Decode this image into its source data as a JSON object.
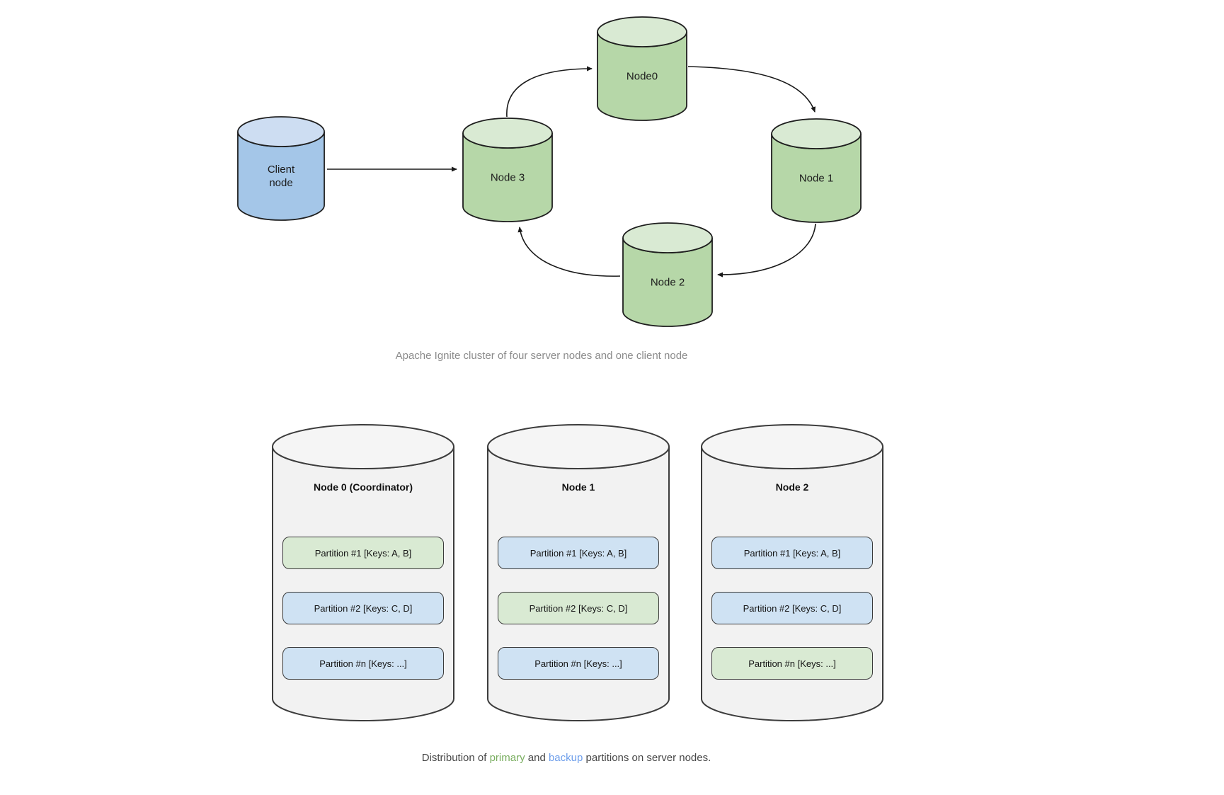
{
  "colors": {
    "server_body": "#b6d7a8",
    "server_top": "#d9ead3",
    "client_body": "#a4c6e8",
    "client_top": "#cdddf2",
    "storage_body": "#f2f2f2",
    "storage_top": "#f5f5f5",
    "partition_primary": "#d9ead3",
    "partition_backup": "#cfe2f3",
    "outline_dark": "#1f1f1f",
    "outline_gray": "#3c3c3c",
    "caption_gray": "#8b8b8b",
    "caption_dark": "#474747",
    "primary_green": "#7aae60",
    "backup_blue": "#6d9eeb"
  },
  "cluster_diagram": {
    "client": {
      "label_line1": "Client",
      "label_line2": "node"
    },
    "nodes": [
      {
        "label": "Node0"
      },
      {
        "label": "Node 1"
      },
      {
        "label": "Node 2"
      },
      {
        "label": "Node 3"
      }
    ],
    "caption": "Apache Ignite cluster of four server nodes and one client node"
  },
  "partition_diagram": {
    "nodes": [
      {
        "title": "Node 0 (Coordinator)",
        "partitions": [
          {
            "label": "Partition #1 [Keys: A, B]",
            "role": "primary"
          },
          {
            "label": "Partition #2 [Keys: C, D]",
            "role": "backup"
          },
          {
            "label": "Partition #n [Keys: ...]",
            "role": "backup"
          }
        ]
      },
      {
        "title": "Node 1",
        "partitions": [
          {
            "label": "Partition #1 [Keys: A, B]",
            "role": "backup"
          },
          {
            "label": "Partition #2 [Keys: C, D]",
            "role": "primary"
          },
          {
            "label": "Partition #n [Keys: ...]",
            "role": "backup"
          }
        ]
      },
      {
        "title": "Node 2",
        "partitions": [
          {
            "label": "Partition #1 [Keys: A, B]",
            "role": "backup"
          },
          {
            "label": "Partition #2 [Keys: C, D]",
            "role": "backup"
          },
          {
            "label": "Partition #n [Keys: ...]",
            "role": "primary"
          }
        ]
      }
    ],
    "caption": {
      "part1": "Distribution of ",
      "primary_word": "primary",
      "part2": " and ",
      "backup_word": "backup",
      "part3": " partitions on server nodes."
    }
  }
}
